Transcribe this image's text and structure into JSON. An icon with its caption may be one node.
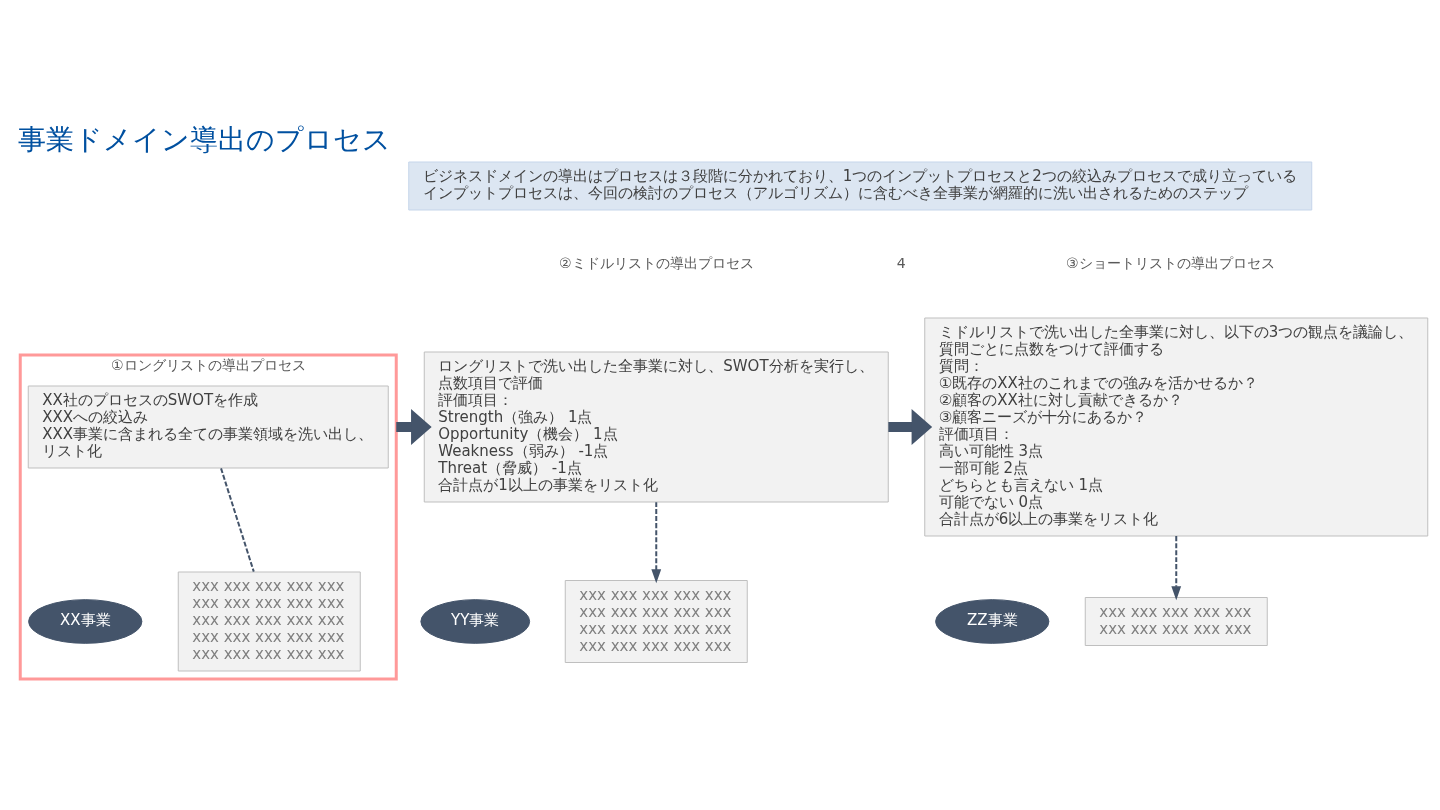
{
  "diagram": {
    "title": "事業ドメイン導出のプロセス",
    "nodes": [
      {
        "text": [
          "ビジネスドメインの導出はプロセスは３段階に分かれており、1つのインプットプロセスと2つの絞込みプロセスで成り立っている",
          "インプットプロセスは、今回の検討のプロセス（アルゴリズム）に含むべき全事業が網羅的に洗い出されるためのステップ"
        ]
      },
      {
        "text": [
          "①ロングリストの導出プロセス"
        ]
      },
      {
        "text": [
          "XX社のプロセスのSWOTを作成",
          "XXXへの絞込み",
          "XXX事業に含まれる全ての事業領域を洗い出し、リスト化"
        ],
        "in": 1
      },
      {
        "text": [
          "XX事業"
        ],
        "in": 1
      },
      {
        "text": [
          "xxx xxx xxx xxx xxx",
          "xxx xxx xxx xxx xxx",
          "xxx xxx xxx xxx xxx",
          "xxx xxx xxx xxx xxx",
          "xxx xxx xxx xxx xxx"
        ],
        "in": 1
      },
      {
        "text": [
          "ロングリストで洗い出した全事業に対し、SWOT分析を実行し、点数項目で評価",
          "評価項目：",
          "Strength（強み） 1点",
          "Opportunity（機会） 1点",
          "Weakness（弱み） -1点",
          "Threat（脅威） -1点",
          "合計点が1以上の事業をリスト化"
        ]
      },
      {
        "text": [
          "YY事業"
        ]
      },
      {
        "text": [
          "xxx xxx xxx xxx xxx",
          "xxx xxx xxx xxx xxx",
          "xxx xxx xxx xxx xxx",
          "xxx xxx xxx xxx xxx"
        ]
      },
      {
        "text": [
          "ミドルリストで洗い出した全事業に対し、以下の3つの観点を議論し、質問ごとに点数をつけて評価する",
          "質問：",
          "①既存のXX社のこれまでの強みを活かせるか？",
          "②顧客のXX社に対し貢献できるか？",
          "③顧客ニーズが十分にあるか？",
          "評価項目：",
          "高い可能性 3点",
          "一部可能 2点",
          "どちらとも言えない 1点",
          "可能でない 0点",
          "合計点が6以上の事業をリスト化"
        ]
      },
      {
        "text": [
          "ZZ事業"
        ]
      },
      {
        "text": [
          "xxx xxx xxx xxx xxx",
          "xxx xxx xxx xxx xxx"
        ]
      }
    ],
    "edges": [
      {
        "from": 1,
        "to": 5,
        "arrow": "to",
        "style": "thick",
        "color": "#44546a"
      },
      {
        "from": 5,
        "to": 8,
        "arrow": "to",
        "style": "thick",
        "color": "#44546a"
      },
      {
        "from": 2,
        "to": 4,
        "arrow": "none",
        "style": "dashed"
      },
      {
        "from": 5,
        "to": 7,
        "arrow": "to",
        "style": "dashed"
      },
      {
        "from": 8,
        "to": 10,
        "arrow": "to",
        "style": "dashed"
      }
    ],
    "labels": [
      "4",
      "②ミドルリストの導出プロセス",
      "③ショートリストの導出プロセス"
    ]
  }
}
